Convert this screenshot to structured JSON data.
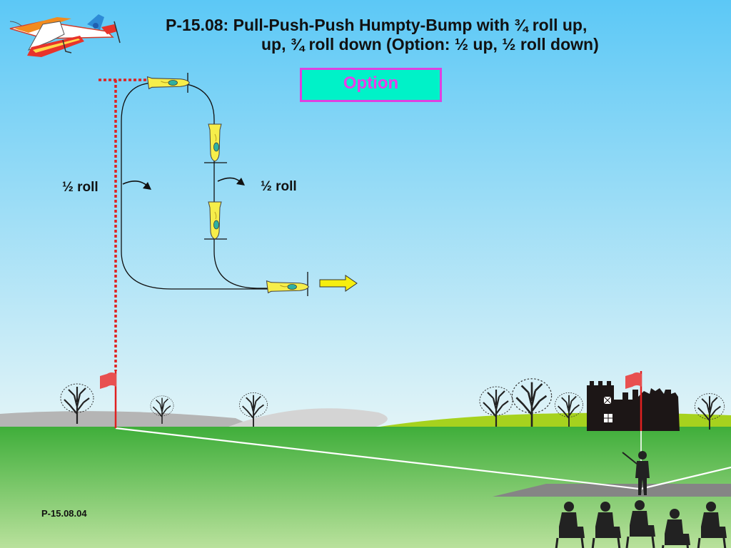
{
  "title": {
    "line1": "P-15.08: Pull-Push-Push Humpty-Bump with ¾ roll up,",
    "line2": "up, ¾ roll down (Option: ½ up, ½ roll down)"
  },
  "option_label": "Option",
  "roll_labels": {
    "left": "½ roll",
    "right": "½ roll"
  },
  "figure_code": "P-15.08.04",
  "colors": {
    "sky_top": "#5cc8f6",
    "sky_bottom": "#dff3f8",
    "grass_top": "#3fae3a",
    "grass_bottom": "#b8e09a",
    "option_box_fill": "#00f2c8",
    "option_box_border": "#e040e0",
    "option_text": "#e93ee9",
    "aircraft_yellow": "#f6ee4a",
    "limit_line_red": "#e02020",
    "flag_red": "#e85050"
  },
  "icons": [
    "aerobatic-plane-icon",
    "aircraft-icon",
    "exit-arrow-icon",
    "flag-icon",
    "castle-icon",
    "tree-icon",
    "pilot-icon",
    "judge-icon"
  ]
}
